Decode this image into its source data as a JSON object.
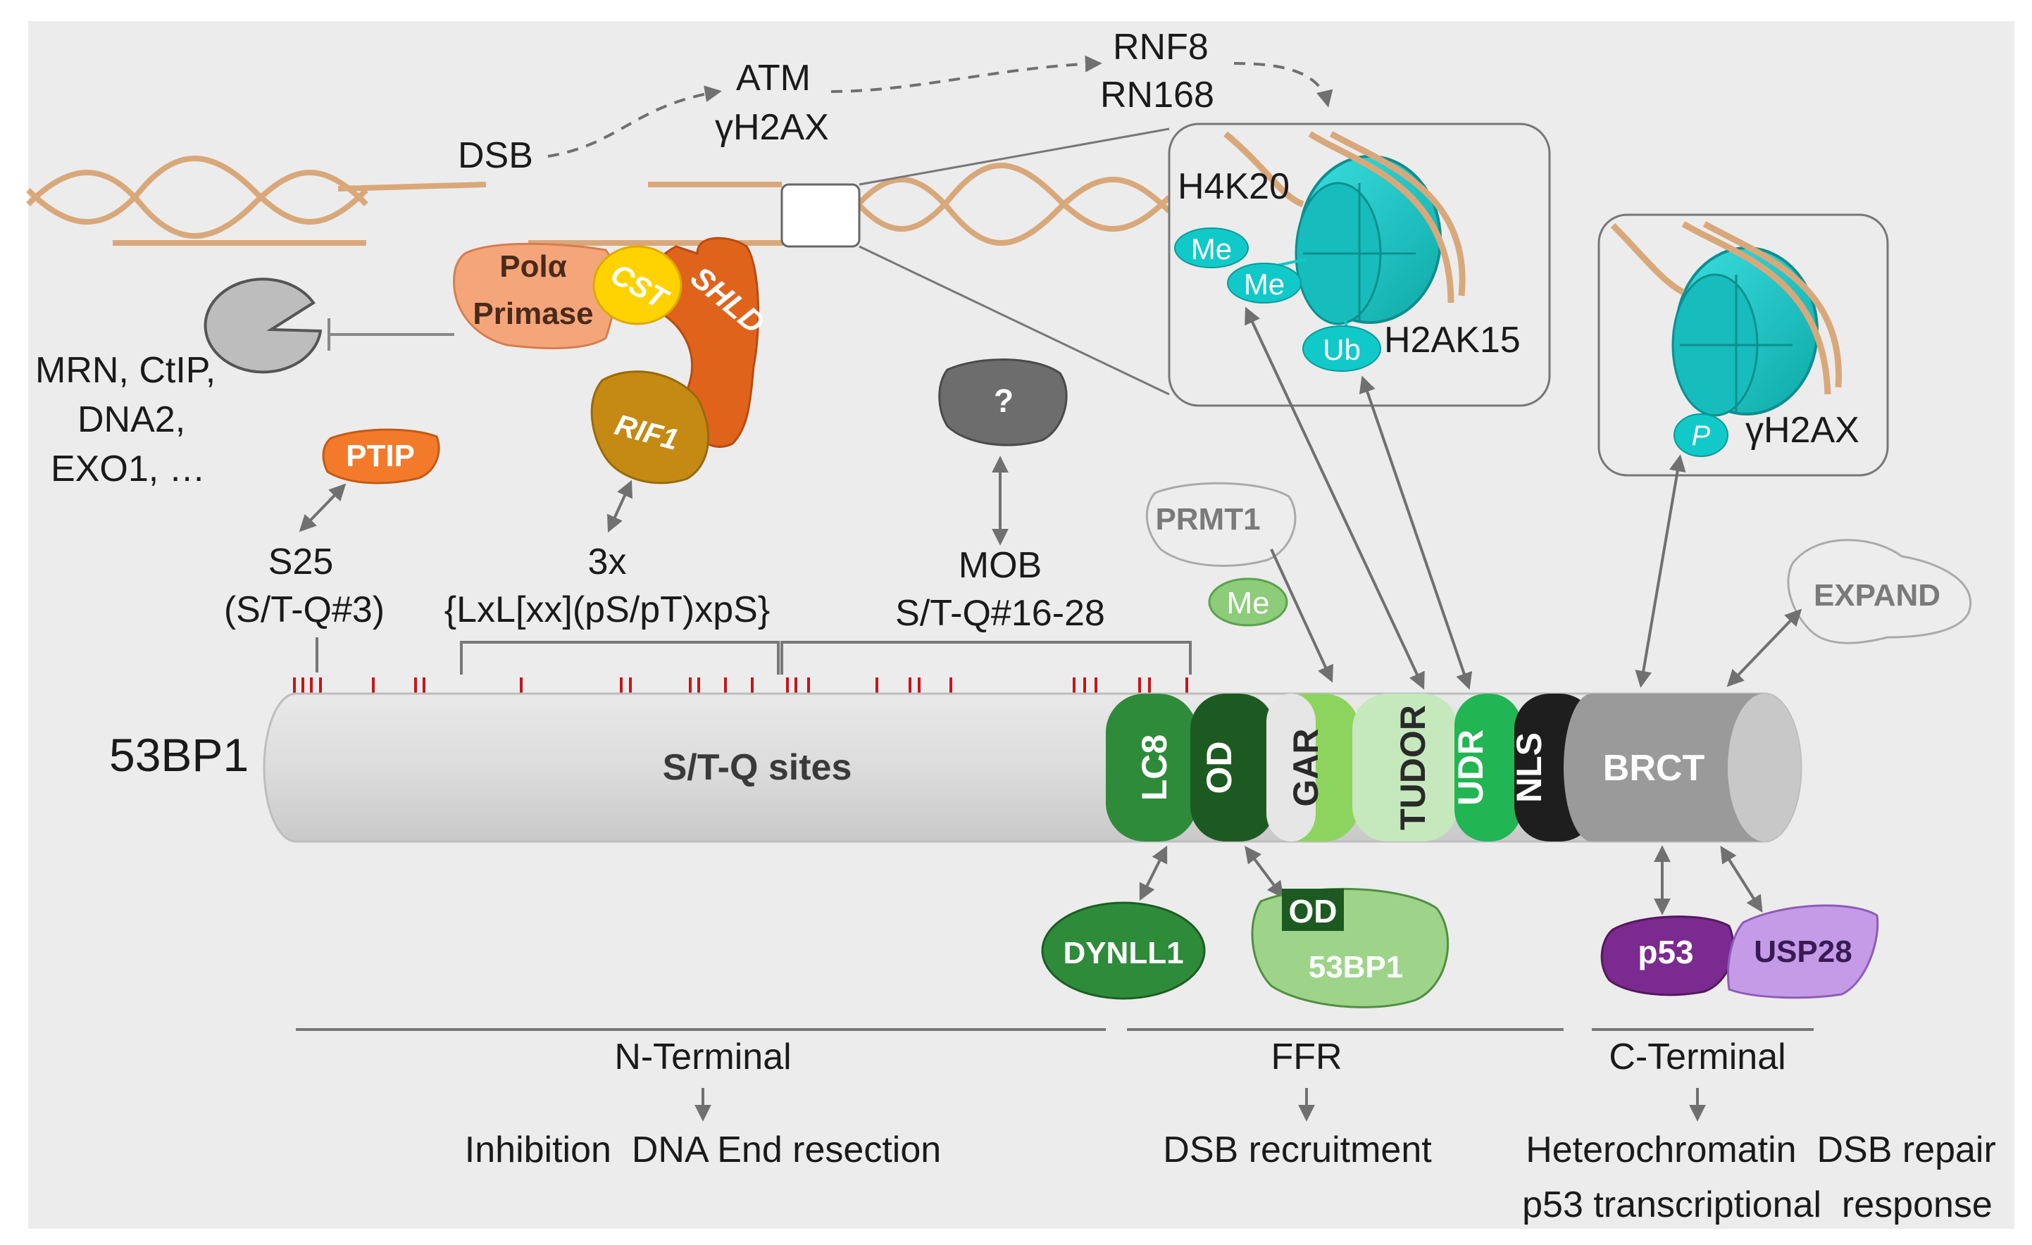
{
  "colors": {
    "background": "#ececec",
    "dna": "#d9a87a",
    "histone": "#1cc7c7",
    "mark": "#12c9c9",
    "lc8": "#2e8b3a",
    "od": "#1d5a22",
    "gar": "#8dd45f",
    "tudor": "#c5e9bd",
    "udr": "#22b553",
    "nls": "#1e1e1e",
    "brct": "#9a9a9a",
    "site_tick": "#c4161c"
  },
  "labels": {
    "dsb": "DSB",
    "atm": "ATM",
    "gh2ax_top": "γH2AX",
    "rnf8": "RNF8",
    "rn168": "RN168",
    "h4k20": "H4K20",
    "me": "Me",
    "ub": "Ub",
    "h2ak15": "H2AK15",
    "p": "P",
    "gh2ax_right": "γH2AX",
    "pol_alpha": "Polα",
    "primase": "Primase",
    "cst": "CST",
    "shld": "SHLD",
    "rif1": "RIF1",
    "mrn_line1": "MRN, CtIP,",
    "mrn_line2": "DNA2,",
    "mrn_line3": "EXO1, …",
    "ptip": "PTIP",
    "s25": "S25",
    "stq3": "(S/T-Q#3)",
    "x3": "3x",
    "motif": "{LxL[xx](pS/pT)xpS}",
    "question": "?",
    "mob": "MOB",
    "stq16": "S/T-Q#16-28",
    "prmt1": "PRMT1",
    "expand": "EXPAND",
    "protein": "53BP1",
    "stq_sites": "S/T-Q sites",
    "lc8": "LC8",
    "od": "OD",
    "gar": "GAR",
    "tudor": "TUDOR",
    "udr": "UDR",
    "nls": "NLS",
    "brct": "BRCT",
    "dynll1": "DYNLL1",
    "od_box": "OD",
    "bp1_partner": "53BP1",
    "p53": "p53",
    "usp28": "USP28",
    "n_terminal": "N-Terminal",
    "ffr": "FFR",
    "c_terminal": "C-Terminal",
    "inhibition": "Inhibition  DNA End resection",
    "dsb_recruitment": "DSB recruitment",
    "heterochromatin": "Heterochromatin  DSB repair",
    "p53_response": "p53 transcriptional  response"
  }
}
